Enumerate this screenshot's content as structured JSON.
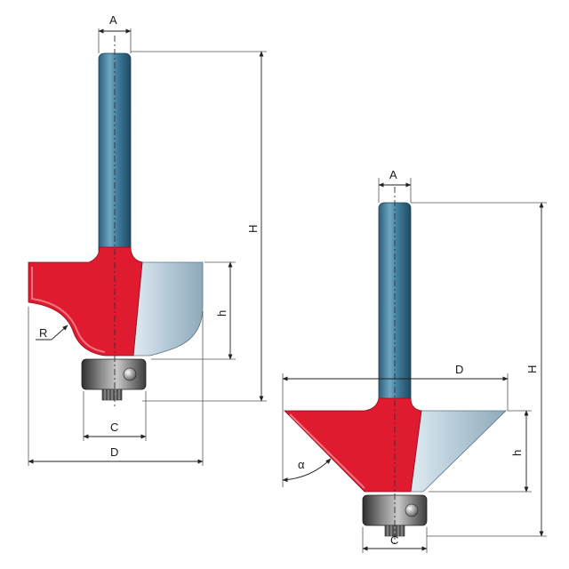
{
  "diagram": {
    "left_bit": {
      "labels": {
        "A": "A",
        "H": "H",
        "h": "h",
        "R": "R",
        "C": "C",
        "D": "D"
      }
    },
    "right_bit": {
      "labels": {
        "A": "A",
        "H": "H",
        "D": "D",
        "h": "h",
        "alpha": "α",
        "C": "C"
      }
    },
    "colors": {
      "shank": "#3d7a9c",
      "cutter_red": "#e01b2f",
      "cutter_steel": "#b9cedb",
      "bearing": "#4a4a4a"
    }
  }
}
